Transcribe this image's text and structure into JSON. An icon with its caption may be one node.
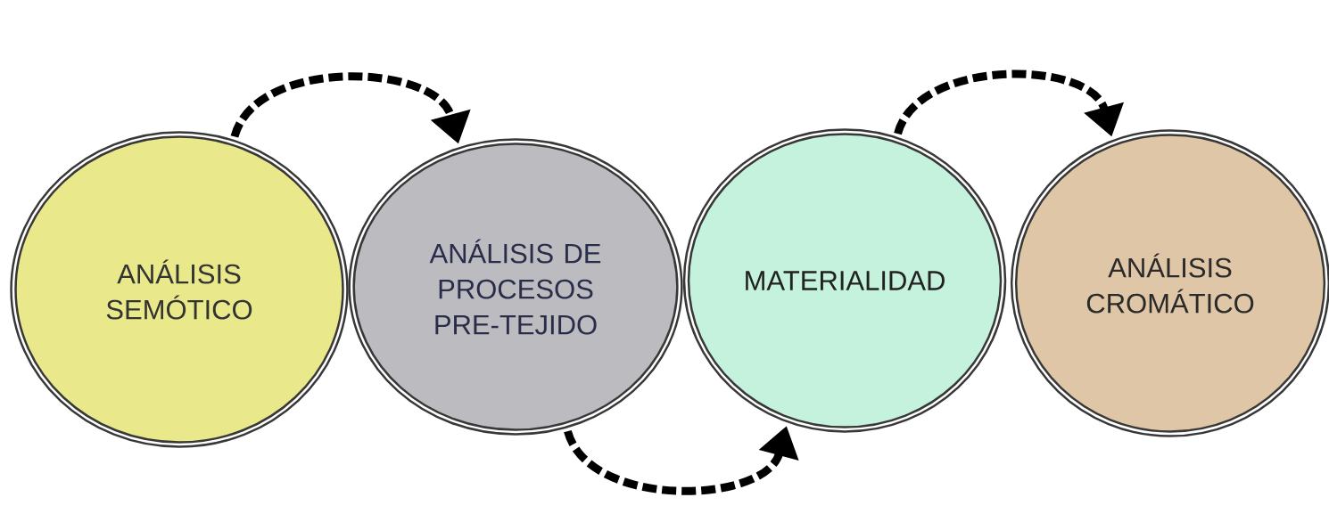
{
  "diagram": {
    "nodes": [
      {
        "text": [
          "ANÁLISIS SEMÓTICO"
        ]
      },
      {
        "text": [
          "ANÁLISIS DE PROCESOS PRE-TEJIDO"
        ]
      },
      {
        "text": [
          "MATERIALIDAD"
        ]
      },
      {
        "text": [
          "ANÁLISIS CROMÁTICO"
        ]
      }
    ],
    "edges": [
      {
        "from": 0,
        "to": 1,
        "arrow": "to",
        "style": "dashed"
      },
      {
        "from": 1,
        "to": 2,
        "arrow": "to",
        "style": "dashed"
      },
      {
        "from": 2,
        "to": 3,
        "arrow": "to",
        "style": "dashed"
      }
    ]
  }
}
